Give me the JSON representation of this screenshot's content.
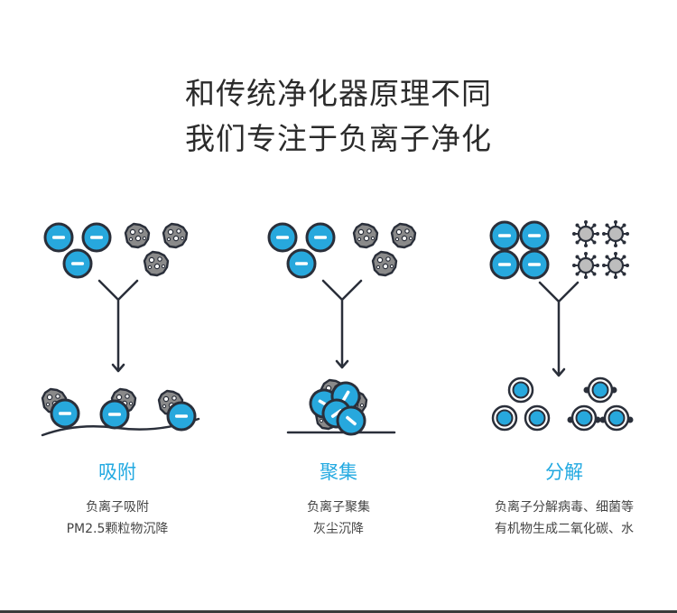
{
  "headline": {
    "line1": "和传统净化器原理不同",
    "line2": "我们专注于负离子净化"
  },
  "columns": [
    {
      "title": "吸附",
      "desc1": "负离子吸附",
      "desc2": "PM2.5颗粒物沉降"
    },
    {
      "title": "聚集",
      "desc1": "负离子聚集",
      "desc2": "灰尘沉降"
    },
    {
      "title": "分解",
      "desc1": "负离子分解病毒、细菌等",
      "desc2": "有机物生成二氧化碳、水"
    }
  ],
  "colors": {
    "ion_blue": "#27a8dd",
    "title_blue": "#22a9e1",
    "outline": "#2a2f3a",
    "particle_gray": "#8a8a8a",
    "text_dark": "#2b2b2b"
  },
  "icons": [
    "negative-ion-icon",
    "dust-particle-icon",
    "virus-icon",
    "arrow-down-icon"
  ]
}
